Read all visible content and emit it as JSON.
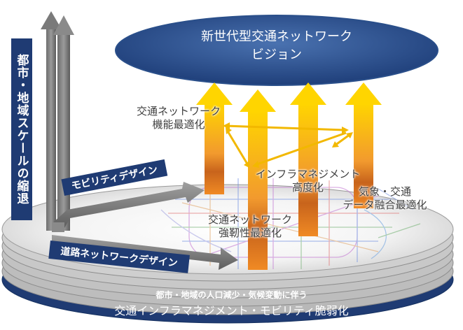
{
  "vision": {
    "line1": "新世代型交通ネットワーク",
    "line2": "ビジョン"
  },
  "axes": {
    "vertical": "都市・地域スケールの縮退",
    "mobility": "モビリティデザイン",
    "road": "道路ネットワークデザイン"
  },
  "nodes": {
    "function": {
      "line1": "交通ネットワーク",
      "line2": "機能最適化"
    },
    "infra": {
      "line1": "インフラマネジメント",
      "line2": "高度化"
    },
    "weather": {
      "line1": "気象・交通",
      "line2": "データ融合最適化"
    },
    "resilience": {
      "line1": "交通ネットワーク",
      "line2": "強靭性最適化"
    }
  },
  "footer": {
    "sub": "都市・地域の人口減少・気候変動に伴う",
    "main": "交通インフラマネジメント・モビリティ脆弱化"
  },
  "colors": {
    "navy": "#1f3b73",
    "vision": "#2e5592",
    "arrow_top": "#ffd500",
    "arrow_bottom": "#e8761d",
    "link": "#f2b800"
  }
}
